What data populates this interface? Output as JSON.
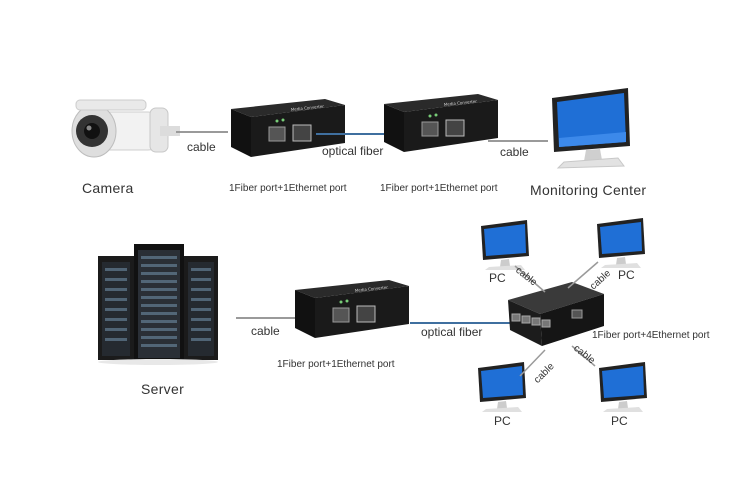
{
  "top": {
    "camera_label": "Camera",
    "cable_left": "cable",
    "optical_fiber": "optical fiber",
    "cable_right": "cable",
    "converter_left_label": "1Fiber port+1Ethernet port",
    "converter_right_label": "1Fiber port+1Ethernet port",
    "monitoring_label": "Monitoring Center"
  },
  "bottom": {
    "server_label": "Server",
    "cable_left": "cable",
    "optical_fiber": "optical fiber",
    "converter_label": "1Fiber port+1Ethernet port",
    "switch_label": "1Fiber port+4Ethernet port",
    "pc_labels": [
      "PC",
      "PC",
      "PC",
      "PC"
    ],
    "cable_labels": [
      "cable",
      "cable",
      "cable",
      "cable"
    ]
  },
  "device": {
    "converter_text": "Media Converter"
  },
  "colors": {
    "device_body": "#1a1a1a",
    "fiber_line": "#3f6f9f",
    "cable_line": "#9a9a9a"
  }
}
